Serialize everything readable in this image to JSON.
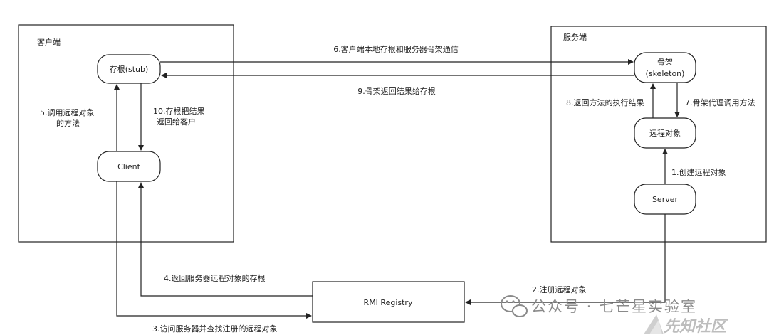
{
  "containers": {
    "client": "客户端",
    "server": "服务端"
  },
  "nodes": {
    "stub": "存根(stub)",
    "client": "Client",
    "skeleton_line1": "骨架",
    "skeleton_line2": "(skeleton)",
    "remote_object": "远程对象",
    "server": "Server",
    "registry": "RMI Registry"
  },
  "edges": {
    "e1": "1.创建远程对象",
    "e2": "2.注册远程对象",
    "e3": "3.访问服务器并查找注册的远程对象",
    "e4": "4.返回服务器远程对象的存根",
    "e5_line1": "5.调用远程对象",
    "e5_line2": "的方法",
    "e6": "6.客户端本地存根和服务器骨架通信",
    "e7": "7.骨架代理调用方法",
    "e8": "8.返回方法的执行结果",
    "e9": "9.骨架返回结果给存根",
    "e10_line1": "10.存根把结果",
    "e10_line2": "返回给客户"
  },
  "watermark": {
    "text": "公众号 · 七芒星实验室",
    "corner": "先知社区"
  }
}
